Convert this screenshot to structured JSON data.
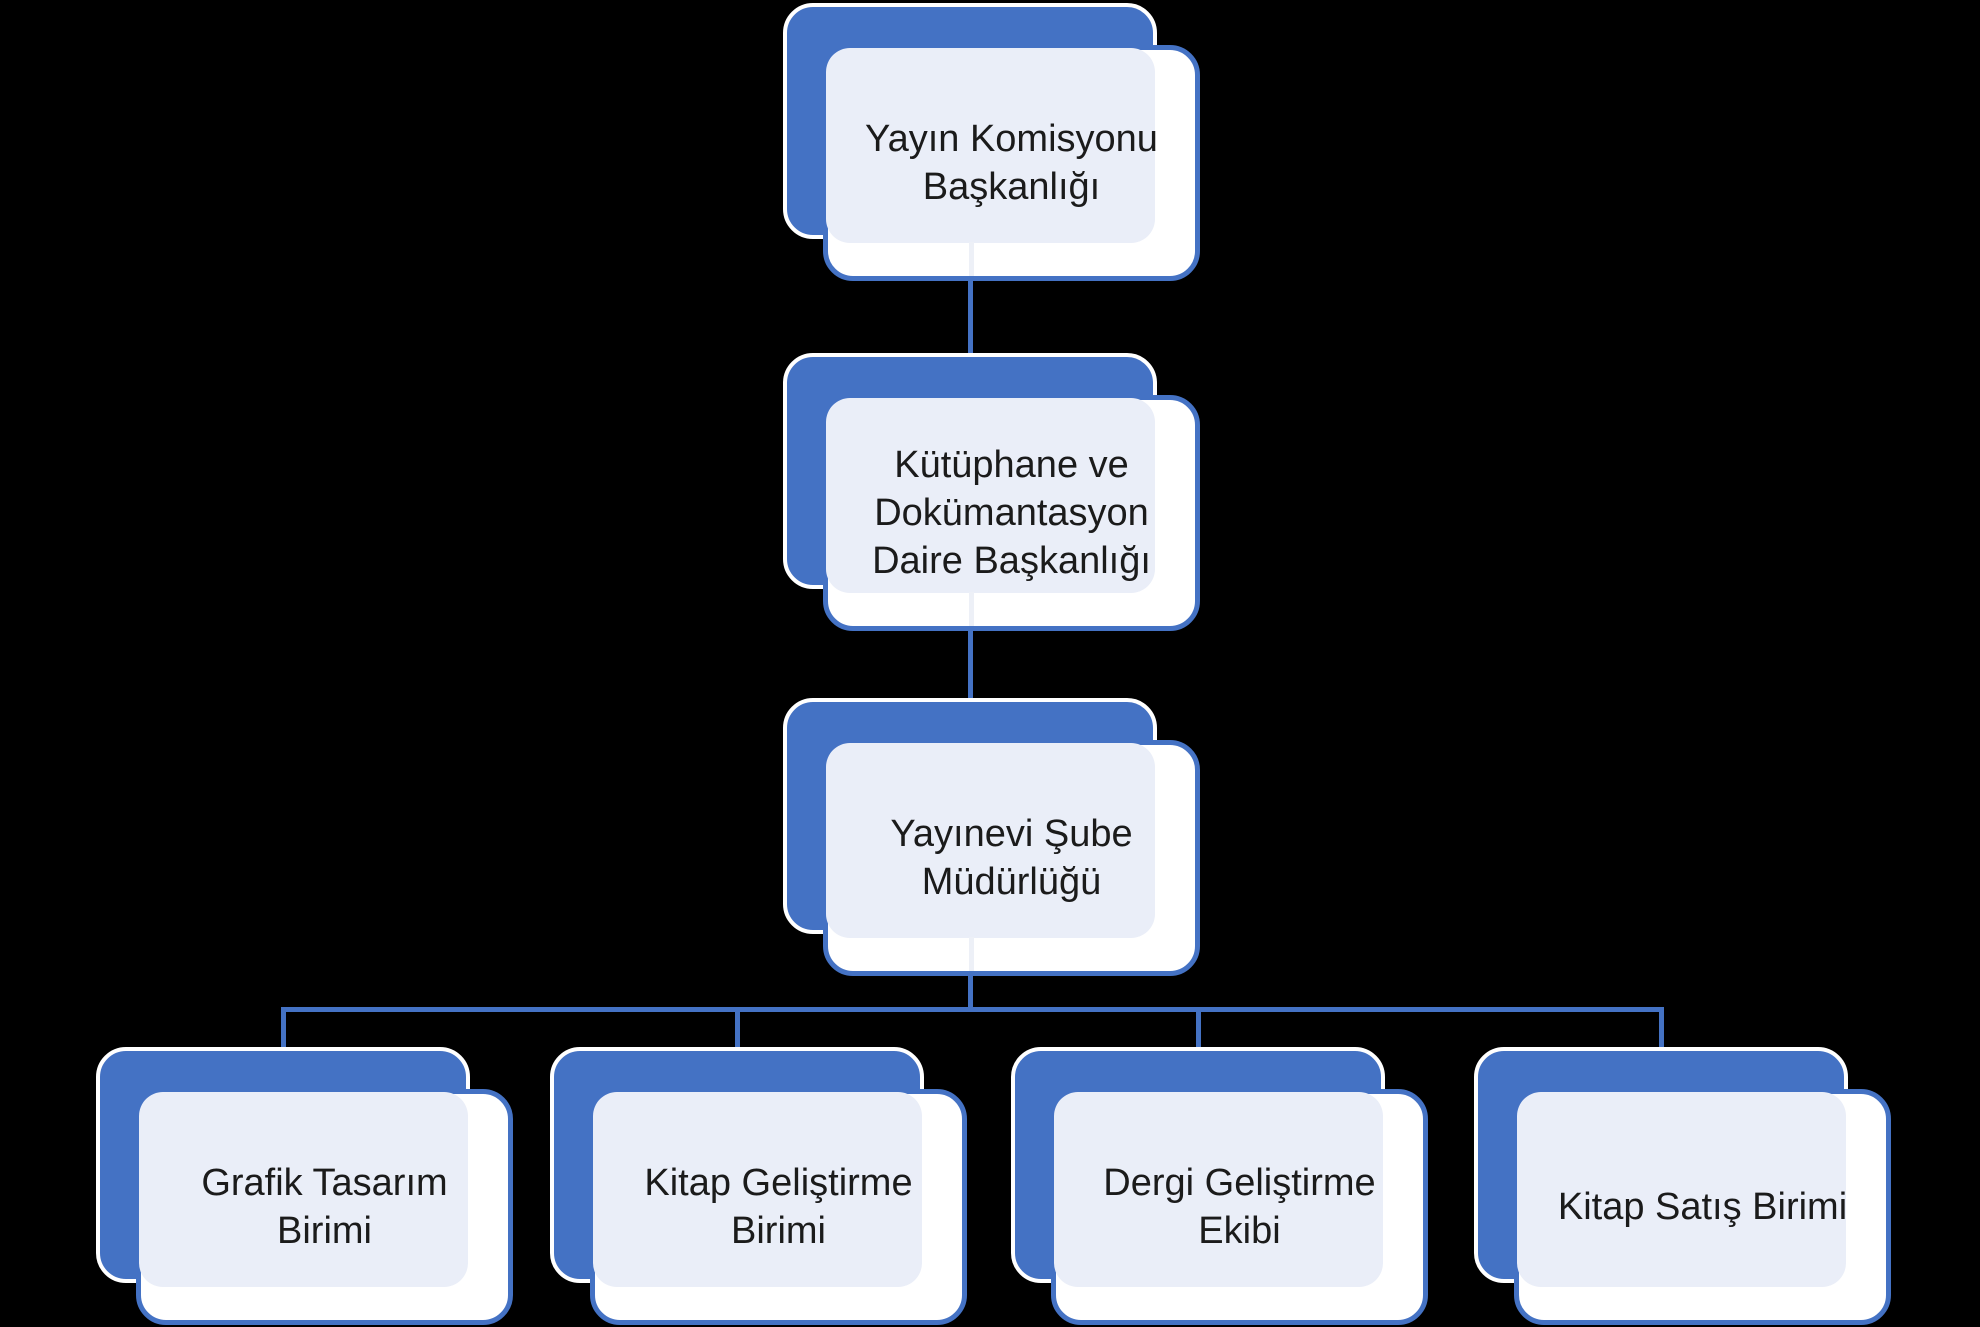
{
  "diagram": {
    "type": "org-chart",
    "background_color": "#000000",
    "accent_color": "#4472C4",
    "node_back_fill": "#4472C4",
    "node_front_fill": "#FFFFFF",
    "node_glaze_fill": "#EAEEF8",
    "node_outline_white": "#FFFFFF",
    "connector_color": "#4472C4",
    "text_color": "#1B1B1B",
    "nodes": [
      {
        "id": "yayin-komisyonu-baskanligi",
        "level": 1,
        "parent": null,
        "label": "Yayın Komisyonu\nBaşkanlığı"
      },
      {
        "id": "kutuphane-ve-dokumantasyon-daire-baskanligi",
        "level": 2,
        "parent": "yayin-komisyonu-baskanligi",
        "label": "Kütüphane ve\nDokümantasyon\nDaire Başkanlığı"
      },
      {
        "id": "yayinevi-sube-mudurlugu",
        "level": 3,
        "parent": "kutuphane-ve-dokumantasyon-daire-baskanligi",
        "label": "Yayınevi Şube\nMüdürlüğü"
      },
      {
        "id": "grafik-tasarim-birimi",
        "level": 4,
        "parent": "yayinevi-sube-mudurlugu",
        "label": "Grafik Tasarım\nBirimi"
      },
      {
        "id": "kitap-gelistirme-birimi",
        "level": 4,
        "parent": "yayinevi-sube-mudurlugu",
        "label": "Kitap Geliştirme\nBirimi"
      },
      {
        "id": "dergi-gelistirme-ekibi",
        "level": 4,
        "parent": "yayinevi-sube-mudurlugu",
        "label": "Dergi Geliştirme\nEkibi"
      },
      {
        "id": "kitap-satis-birimi",
        "level": 4,
        "parent": "yayinevi-sube-mudurlugu",
        "label": "Kitap Satış Birimi"
      }
    ]
  }
}
